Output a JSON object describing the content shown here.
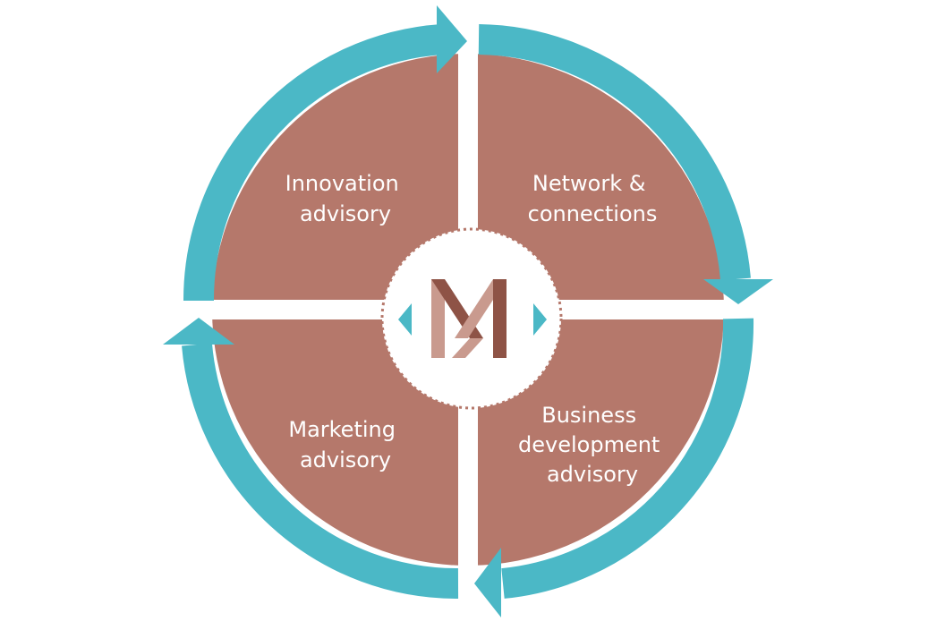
{
  "colors": {
    "quadrant_fill": "#b5786b",
    "arrow": "#4bb8c6",
    "divider": "#ffffff",
    "center_bg": "#ffffff",
    "center_ring": "#b5786b",
    "logo_light": "#c99a8e",
    "logo_dark": "#8e5346"
  },
  "quadrants": {
    "top_left": {
      "lines": [
        "Innovation",
        "advisory"
      ]
    },
    "top_right": {
      "lines": [
        "Network &",
        "connections"
      ]
    },
    "bottom_left": {
      "lines": [
        "Marketing",
        "advisory"
      ]
    },
    "bottom_right": {
      "lines": [
        "Business",
        "development",
        "advisory"
      ]
    }
  },
  "center": {
    "logo_icon": "m-monogram-logo",
    "left_marker_icon": "triangle-left-icon",
    "right_marker_icon": "triangle-right-icon"
  },
  "cycle_direction": "clockwise"
}
